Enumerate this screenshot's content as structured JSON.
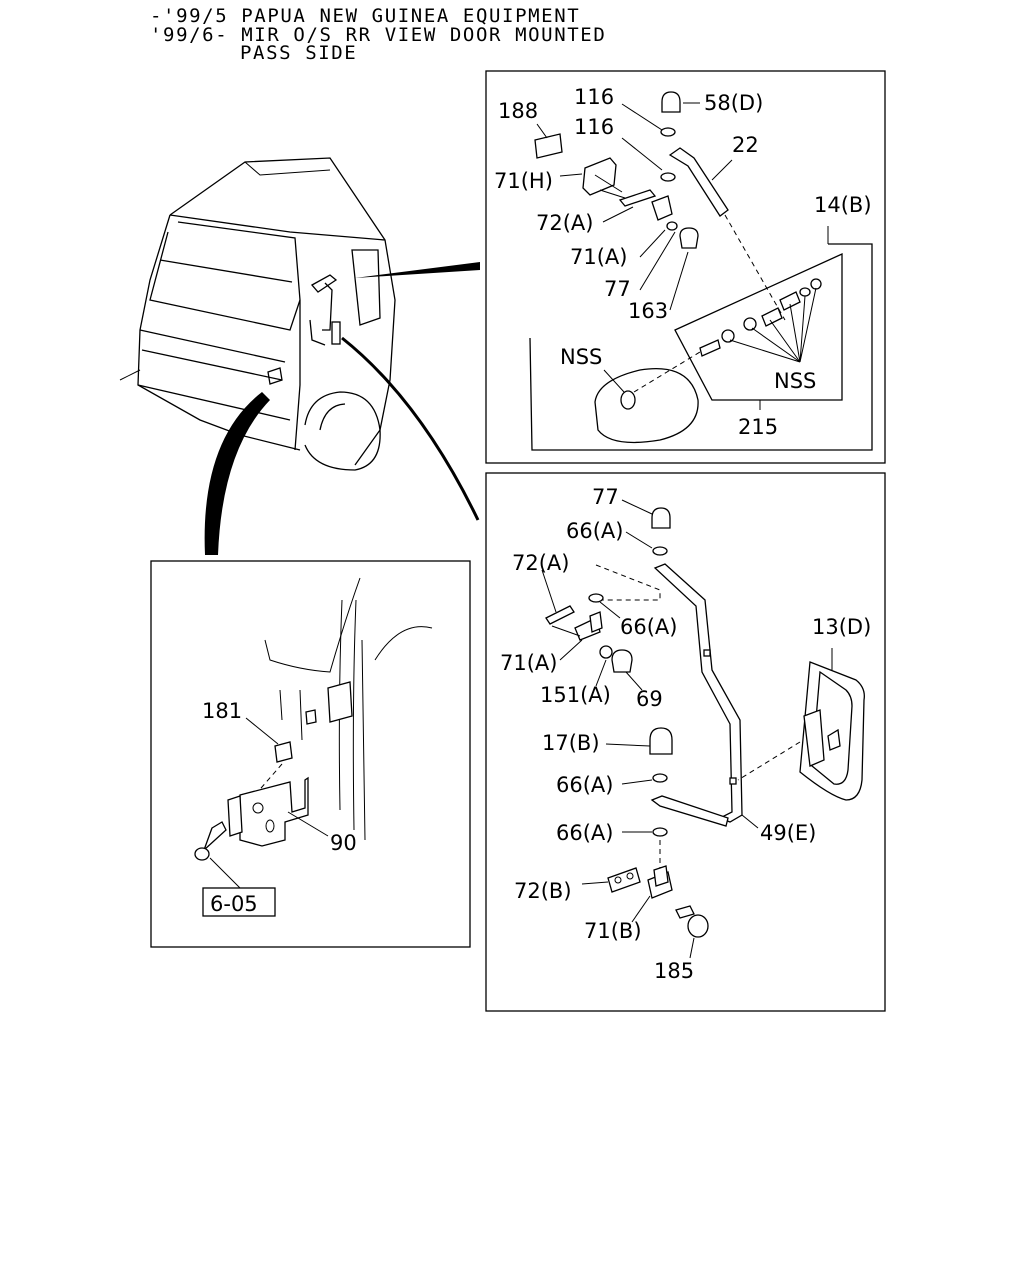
{
  "header": {
    "line1": "-'99/5 PAPUA NEW GUINEA EQUIPMENT",
    "line2": "'99/6- MIR O/S RR VIEW DOOR MOUNTED",
    "line3": "PASS SIDE"
  },
  "top_panel": {
    "labels": {
      "p188": "188",
      "p116a": "116",
      "p58d": "58(D)",
      "p116b": "116",
      "p22": "22",
      "p71h": "71(H)",
      "p14b": "14(B)",
      "p72a": "72(A)",
      "p71a": "71(A)",
      "p77": "77",
      "p163": "163",
      "nss1": "NSS",
      "nss2": "NSS",
      "p215": "215"
    }
  },
  "bottom_panel": {
    "labels": {
      "p77": "77",
      "p66a1": "66(A)",
      "p72a": "72(A)",
      "p66a2": "66(A)",
      "p13d": "13(D)",
      "p71a": "71(A)",
      "p151a": "151(A)",
      "p69": "69",
      "p17b": "17(B)",
      "p66a3": "66(A)",
      "p66a4": "66(A)",
      "p49e": "49(E)",
      "p72b": "72(B)",
      "p71b": "71(B)",
      "p185": "185"
    }
  },
  "left_panel": {
    "labels": {
      "p181": "181",
      "p90": "90"
    },
    "reference": "6-05"
  }
}
